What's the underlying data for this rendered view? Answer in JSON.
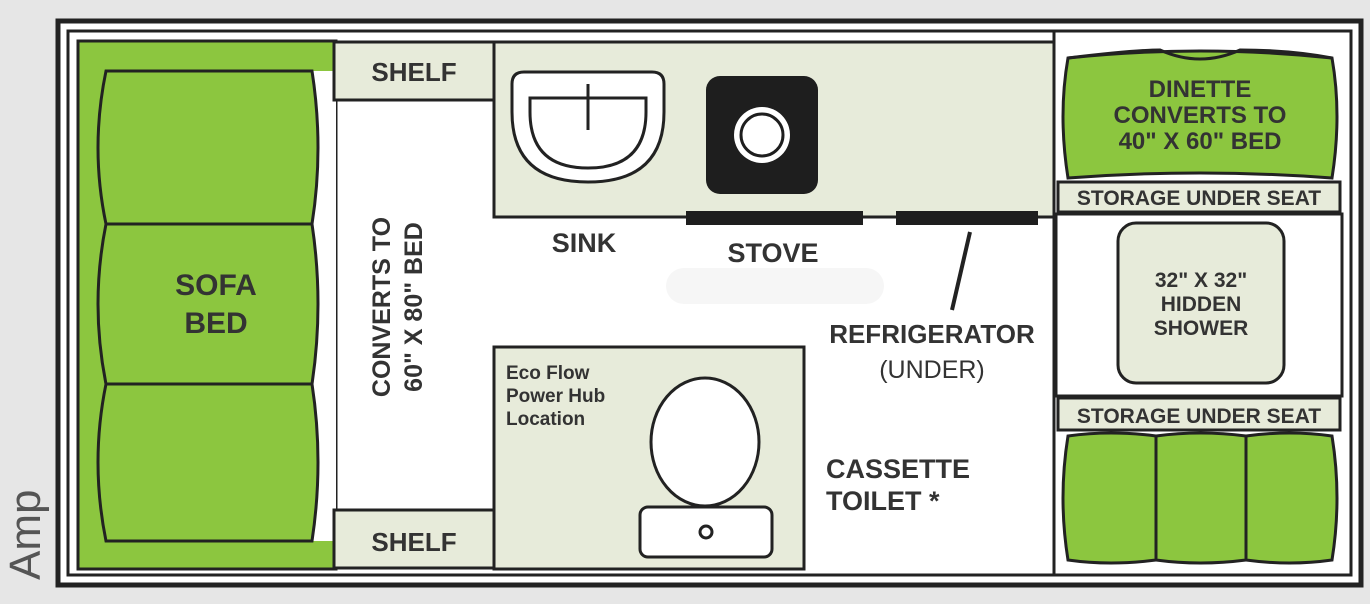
{
  "model_label": "Amp",
  "colors": {
    "background": "#e6e6e6",
    "outline": "#222222",
    "floor": "#ffffff",
    "counter": "#e7ebda",
    "cushion_green": "#8cc63f",
    "text": "#333333",
    "stove": "#1e1e1e"
  },
  "labels": {
    "shelf_top": "SHELF",
    "shelf_bottom": "SHELF",
    "sofa_line1": "SOFA",
    "sofa_line2": "BED",
    "converts_line1": "CONVERTS TO",
    "converts_line2": "60\" X 80\" BED",
    "sink": "SINK",
    "stove": "STOVE",
    "refrigerator": "REFRIGERATOR",
    "refrigerator_note": "(UNDER)",
    "dinette_line1": "DINETTE",
    "dinette_line2": "CONVERTS TO",
    "dinette_line3": "40\" X 60\" BED",
    "storage_top": "STORAGE UNDER SEAT",
    "storage_bottom": "STORAGE UNDER SEAT",
    "shower_line1": "32\" X 32\"",
    "shower_line2": "HIDDEN",
    "shower_line3": "SHOWER",
    "ecoflow_line1": "Eco Flow",
    "ecoflow_line2": "Power Hub",
    "ecoflow_line3": "Location",
    "toilet_line1": "CASSETTE",
    "toilet_line2": "TOILET *"
  }
}
